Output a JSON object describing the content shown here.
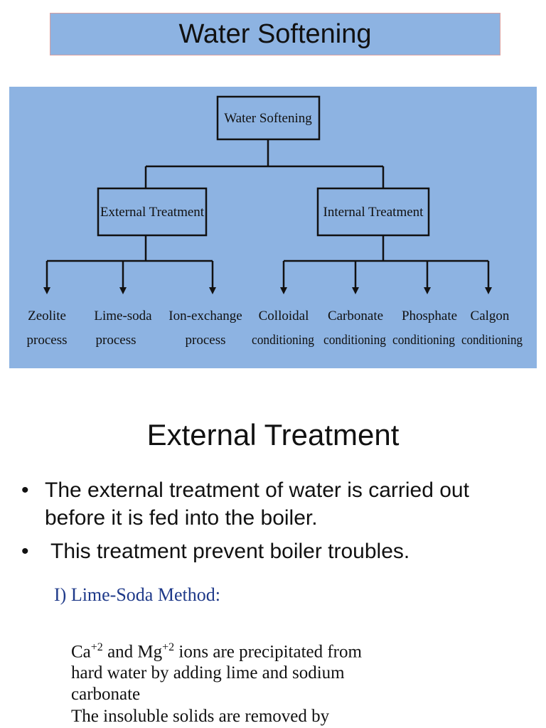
{
  "title": "Water Softening",
  "diagram": {
    "root": "Water Softening",
    "branches": [
      {
        "label": "External Treatment",
        "leaves": [
          [
            "Zeolite",
            "process"
          ],
          [
            "Lime-soda",
            "process"
          ],
          [
            "Ion-exchange",
            "process"
          ]
        ]
      },
      {
        "label": "Internal Treatment",
        "leaves": [
          [
            "Colloidal",
            "conditioning"
          ],
          [
            "Carbonate",
            "conditioning"
          ],
          [
            "Phosphate",
            "conditioning"
          ],
          [
            "Calgon",
            "conditioning"
          ]
        ]
      }
    ]
  },
  "section_heading": "External Treatment",
  "bullets": [
    "The external treatment of water is carried out before it is fed into the boiler.",
    "This treatment prevent boiler troubles."
  ],
  "bullet_symbol": "•",
  "method_heading": "I)  Lime-Soda Method:",
  "body": {
    "ca": "Ca",
    "ca_charge": "+2",
    "and": " and Mg",
    "mg_charge": "+2",
    "line1_rest": " ions are precipitated from",
    "line2": "hard water by adding lime and sodium",
    "line3": "carbonate",
    "line4": "The insoluble solids are removed by"
  }
}
